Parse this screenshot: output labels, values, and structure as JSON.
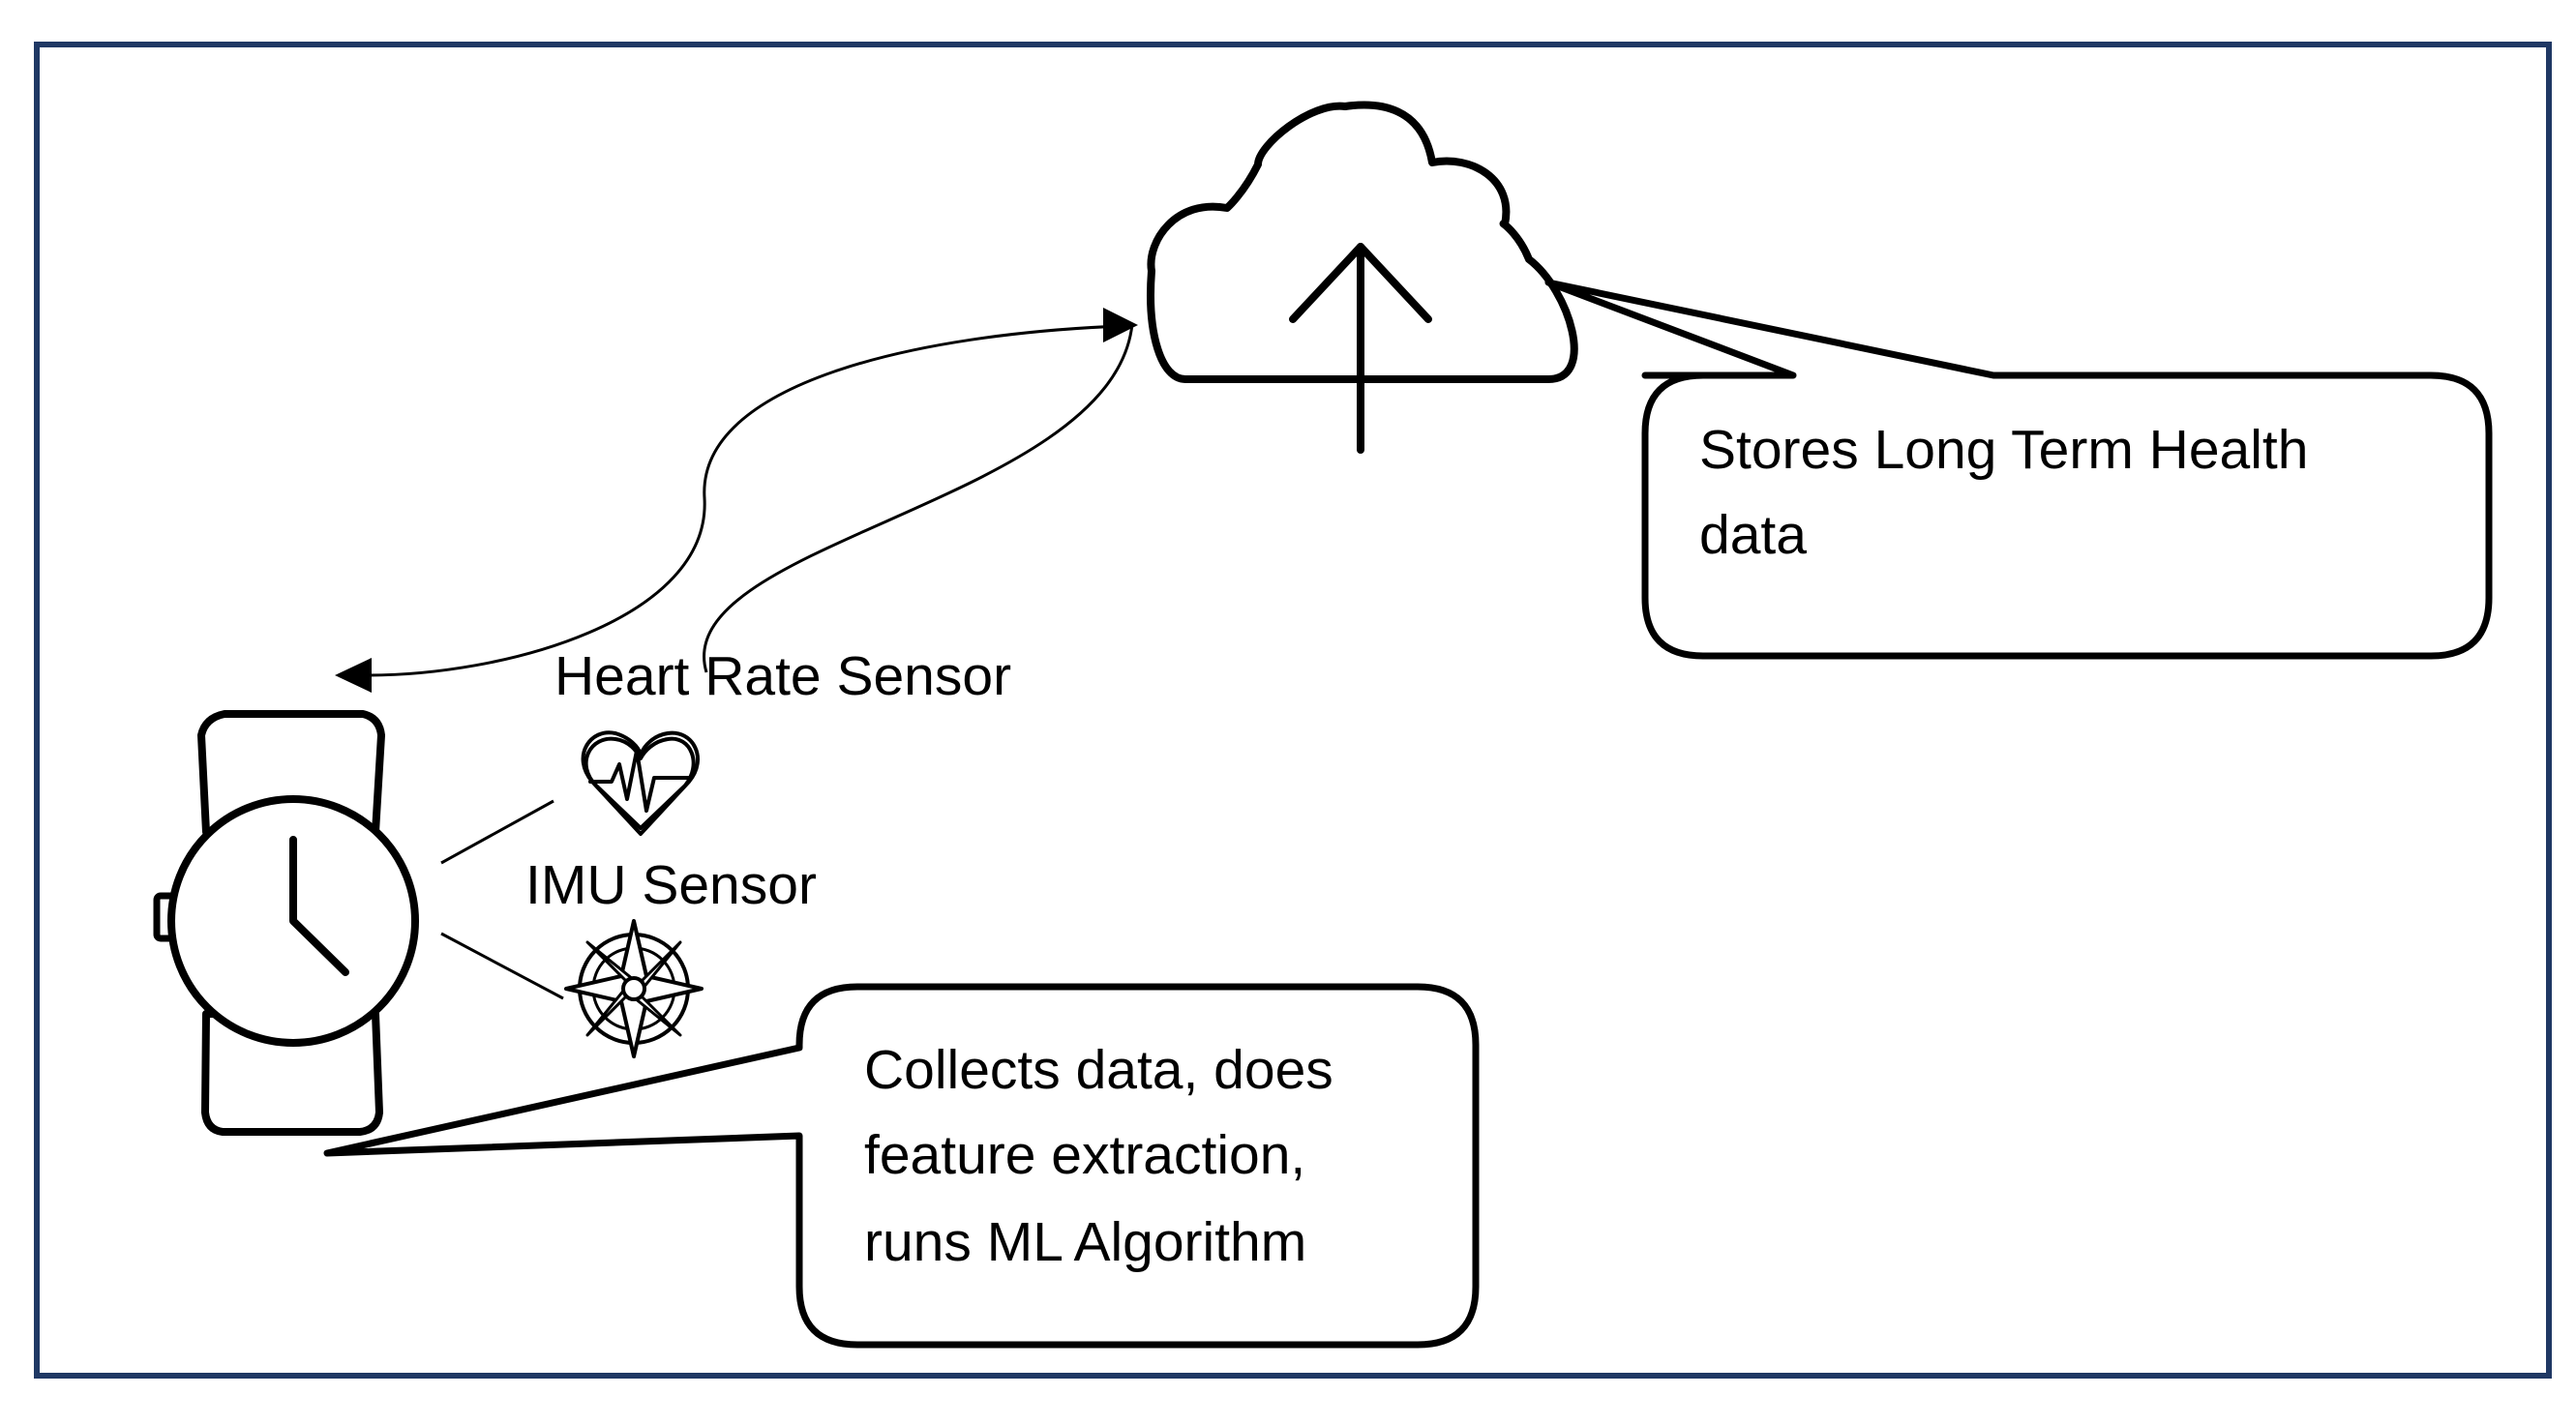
{
  "diagram": {
    "frame_color": "#1f3864",
    "ink_color": "#000000",
    "background_color": "#ffffff",
    "labels": {
      "heart_rate_sensor": "Heart Rate Sensor",
      "imu_sensor": "IMU Sensor"
    },
    "callouts": {
      "cloud": {
        "line1": "Stores Long Term Health",
        "line2": "data"
      },
      "watch": {
        "line1": "Collects data, does",
        "line2": "feature extraction,",
        "line3": "runs ML Algorithm"
      }
    },
    "icons": {
      "cloud": "cloud-upload-icon",
      "watch": "wristwatch-icon",
      "heart": "heart-pulse-icon",
      "imu": "compass-rose-icon"
    }
  }
}
